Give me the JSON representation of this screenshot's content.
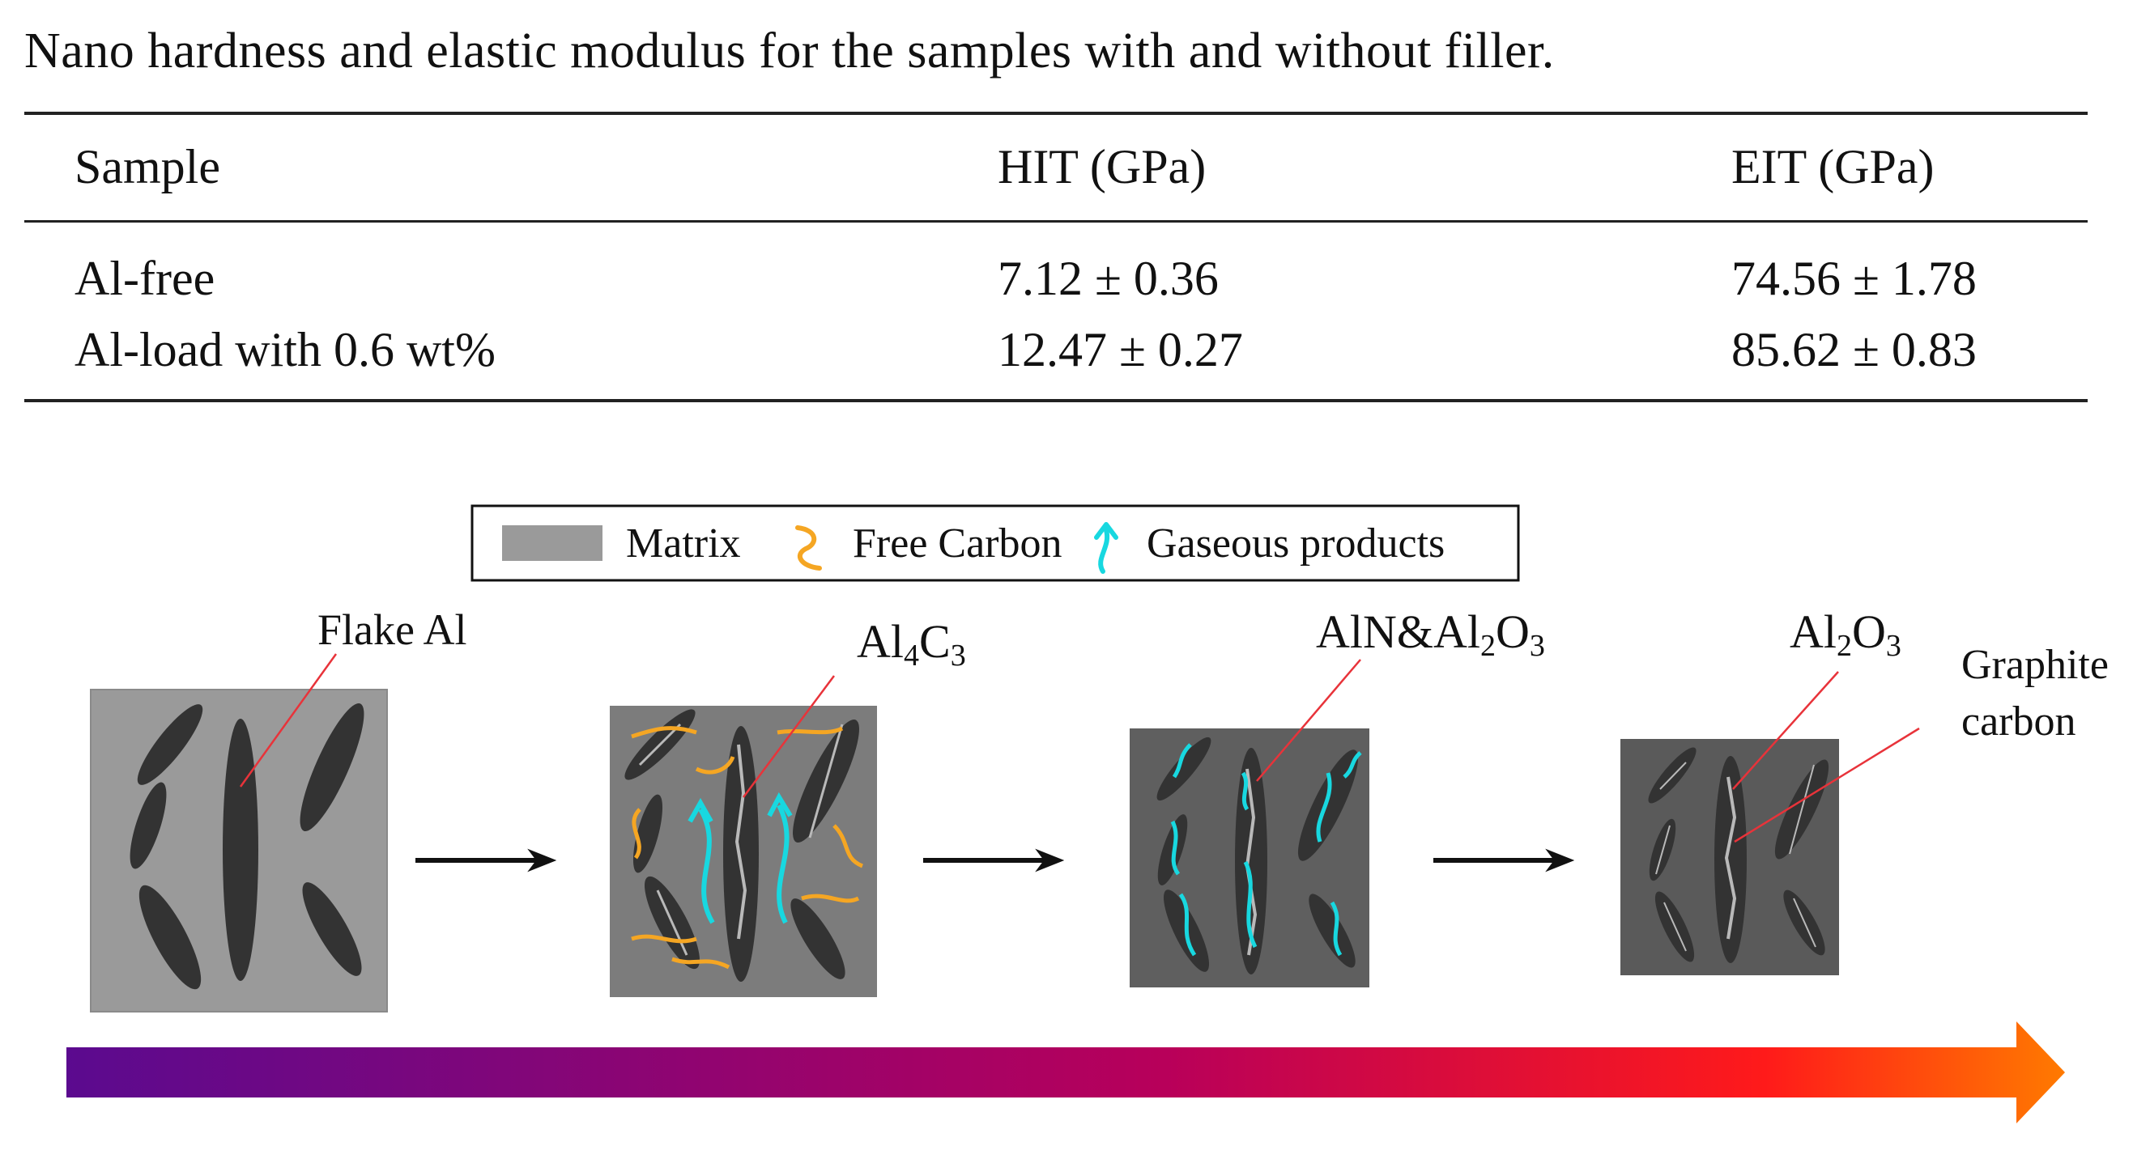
{
  "table": {
    "caption": "Nano hardness and elastic modulus for the samples with and without filler.",
    "headers": [
      "Sample",
      "HIT (GPa)",
      "EIT (GPa)"
    ],
    "rows": [
      [
        "Al-free",
        "7.12 ± 0.36",
        "74.56 ± 1.78"
      ],
      [
        "Al-load with 0.6 wt%",
        "12.47 ± 0.27",
        "85.62 ± 0.83"
      ]
    ]
  },
  "figure": {
    "legend": {
      "matrix": "Matrix",
      "free_carbon": "Free Carbon",
      "gaseous_products": "Gaseous products"
    },
    "labels": {
      "flake_al": "Flake Al",
      "al4c3": {
        "a": "Al",
        "s1": "4",
        "b": "C",
        "s2": "3"
      },
      "aln_al2o3": {
        "a": "AlN&Al",
        "s1": "2",
        "b": "O",
        "s2": "3"
      },
      "al2o3": {
        "a": "Al",
        "s1": "2",
        "b": "O",
        "s2": "3"
      },
      "graphite_1": "Graphite",
      "graphite_2": "carbon"
    },
    "colors": {
      "panel1": "#9a9a9a",
      "panel2": "#7c7c7c",
      "panel3": "#5f5f5f",
      "panel4": "#5a5a5a",
      "flake": "#333333",
      "free_carbon": "#f5a623",
      "gas": "#18d8e0",
      "pointer": "#e8333a",
      "gradient_start": "#5b0a8f",
      "gradient_mid": "#b8005a",
      "gradient_end": "#ff6a00"
    }
  }
}
